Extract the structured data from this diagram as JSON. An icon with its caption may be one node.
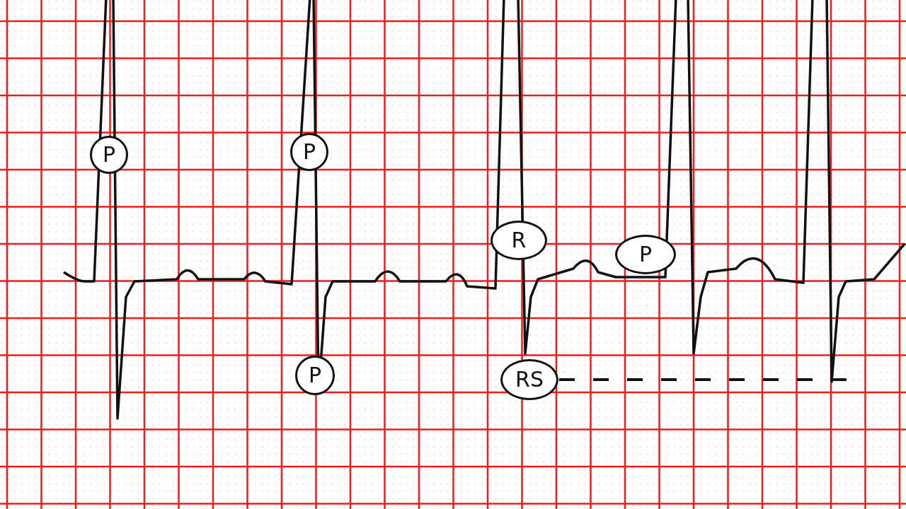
{
  "diagram": {
    "nodes": [
      {
        "text": [
          "P"
        ]
      },
      {
        "text": [
          "P"
        ]
      },
      {
        "text": [
          "R"
        ]
      },
      {
        "text": [
          "P"
        ]
      },
      {
        "text": [
          "P"
        ]
      },
      {
        "text": [
          "RS"
        ]
      }
    ]
  }
}
